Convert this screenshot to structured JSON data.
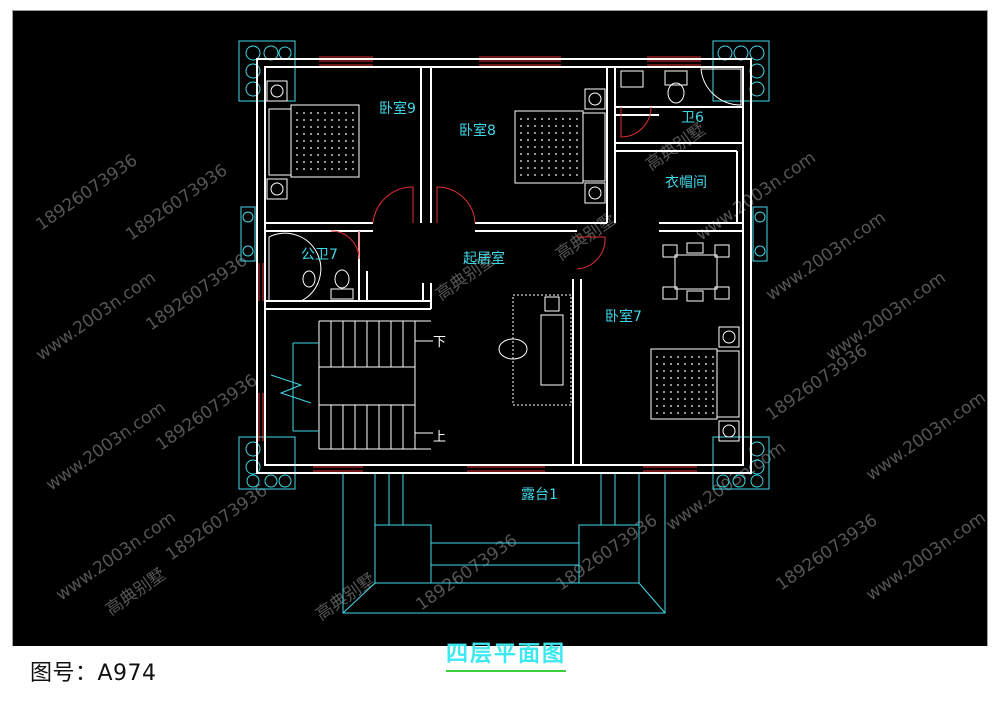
{
  "plan_title": "四层平面图",
  "drawing_number": "图号：A974",
  "rooms": {
    "bedroom9": "卧室9",
    "bedroom8": "卧室8",
    "bathroom6": "卫6",
    "wardrobe": "衣帽间",
    "public_bath7": "公卫7",
    "living": "起居室",
    "bedroom7": "卧室7",
    "terrace1": "露台1"
  },
  "stair_labels": {
    "down": "下",
    "up": "上"
  },
  "watermarks": [
    "www.2003n.com",
    "18926073936",
    "高典别墅"
  ],
  "colors": {
    "background": "#000000",
    "walls": "#ffffff",
    "cyan": "#40d8e8",
    "window_red": "#e03030",
    "title_underline": "#3ad03a"
  }
}
